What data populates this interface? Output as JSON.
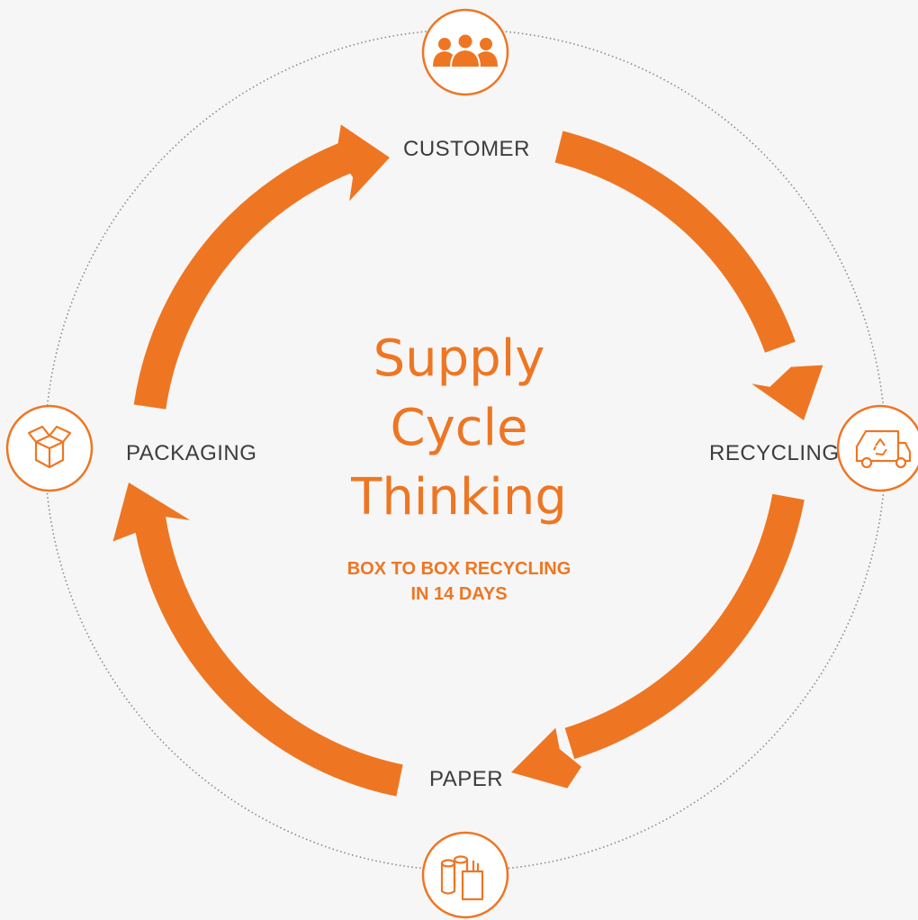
{
  "title_lines": [
    "Supply",
    "Cycle",
    "Thinking"
  ],
  "subtitle_lines": [
    "BOX TO BOX RECYCLING",
    "IN 14 DAYS"
  ],
  "stages": {
    "customer": {
      "label": "CUSTOMER",
      "icon": "customers-icon"
    },
    "recycling": {
      "label": "RECYCLING",
      "icon": "recycling-truck-icon"
    },
    "paper": {
      "label": "PAPER",
      "icon": "paper-rolls-icon"
    },
    "packaging": {
      "label": "PACKAGING",
      "icon": "open-box-icon"
    }
  },
  "colors": {
    "accent": "#ee7623",
    "background": "#f6f6f6",
    "label_text": "#3d3d3d",
    "dotted_ring": "#8a8a8a"
  }
}
